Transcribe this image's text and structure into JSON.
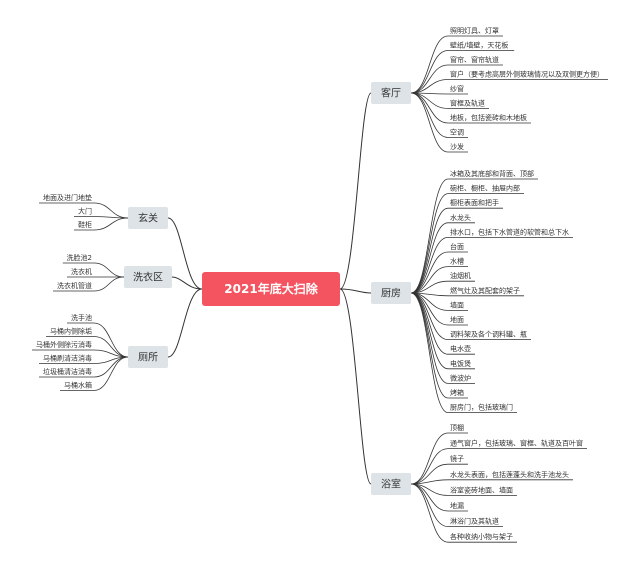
{
  "root": {
    "label": "2021年底大扫除",
    "color": "#f4545f"
  },
  "colors": {
    "branch_box": "#dde3e6",
    "line": "#333333",
    "text": "#333333"
  },
  "branches": [
    {
      "label": "客厅",
      "side": "right",
      "items": [
        "照明灯具、灯罩",
        "壁纸/墙壁，天花板",
        "窗帘、窗帘轨道",
        "窗户（要考虑高层外侧玻璃情况以及双侧更方便）",
        "纱窗",
        "窗框及轨道",
        "地板，包括瓷砖和木地板",
        "空调",
        "沙发"
      ]
    },
    {
      "label": "厨房",
      "side": "right",
      "items": [
        "冰箱及其底部和背面、顶部",
        "碗柜、橱柜、抽屉内部",
        "橱柜表面和把手",
        "水龙头",
        "排水口，包括下水管道的软管和总下水",
        "台面",
        "水槽",
        "油烟机",
        "燃气灶及其配套的架子",
        "墙面",
        "地面",
        "调料架及各个调料罐、瓶",
        "电水壶",
        "电饭煲",
        "微波炉",
        "烤箱",
        "厨房门，包括玻璃门"
      ]
    },
    {
      "label": "浴室",
      "side": "right",
      "items": [
        "顶棚",
        "通气窗户，包括玻璃、窗框、轨道及百叶窗",
        "镜子",
        "水龙头表面，包括莲蓬头和洗手池龙头",
        "浴室瓷砖地面、墙面",
        "地漏",
        "淋浴门及其轨道",
        "各种收纳小物与架子"
      ]
    },
    {
      "label": "玄关",
      "side": "left",
      "items": [
        "地面及进门地垫",
        "大门",
        "鞋柜"
      ]
    },
    {
      "label": "洗衣区",
      "side": "left",
      "items": [
        "洗脸池2",
        "洗衣机",
        "洗衣机管道"
      ]
    },
    {
      "label": "厕所",
      "side": "left",
      "items": [
        "洗手池",
        "马桶内侧除垢",
        "马桶外侧除污消毒",
        "马桶刷清洁消毒",
        "垃圾桶清洁消毒",
        "马桶水箱"
      ]
    }
  ]
}
